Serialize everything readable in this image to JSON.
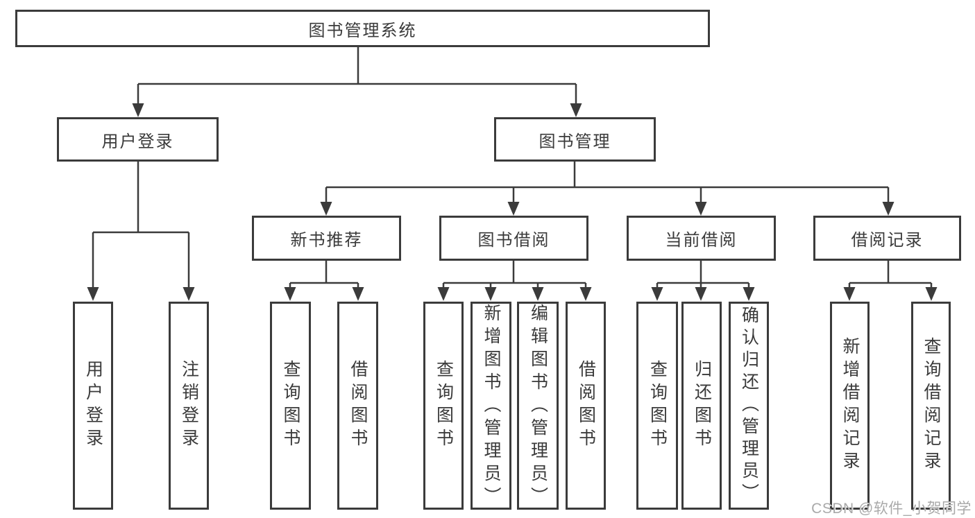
{
  "watermark": "CSDN @软件_小贺同学",
  "colors": {
    "line": "#3b3b3b",
    "box_border": "#3b3b3b",
    "text": "#3a3a3a",
    "watermark": "#a9a9a9",
    "background": "#ffffff"
  },
  "tree": {
    "root": {
      "label": "图书管理系统"
    },
    "branches": [
      {
        "label": "用户登录",
        "children": [
          {
            "label": "用户登录"
          },
          {
            "label": "注销登录"
          }
        ]
      },
      {
        "label": "图书管理",
        "children": [
          {
            "label": "新书推荐",
            "children": [
              {
                "label": "查询图书"
              },
              {
                "label": "借阅图书"
              }
            ]
          },
          {
            "label": "图书借阅",
            "children": [
              {
                "label": "查询图书"
              },
              {
                "label": "新增图书（管理员）"
              },
              {
                "label": "编辑图书（管理员）"
              },
              {
                "label": "借阅图书"
              }
            ]
          },
          {
            "label": "当前借阅",
            "children": [
              {
                "label": "查询图书"
              },
              {
                "label": "归还图书"
              },
              {
                "label": "确认归还（管理员）"
              }
            ]
          },
          {
            "label": "借阅记录",
            "children": [
              {
                "label": "新增借阅记录"
              },
              {
                "label": "查询借阅记录"
              }
            ]
          }
        ]
      }
    ]
  }
}
